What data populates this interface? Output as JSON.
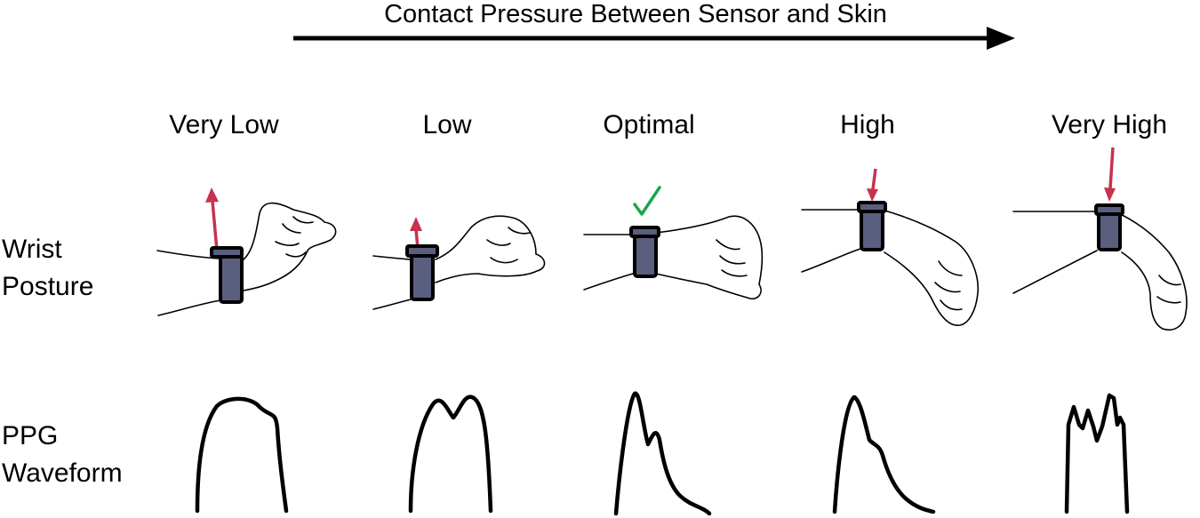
{
  "header": {
    "title": "Contact Pressure Between Sensor and Skin"
  },
  "columns": [
    {
      "label": "Very Low",
      "arrow": "up"
    },
    {
      "label": "Low",
      "arrow": "up"
    },
    {
      "label": "Optimal",
      "arrow": "none",
      "marker": "check-icon"
    },
    {
      "label": "High",
      "arrow": "down"
    },
    {
      "label": "Very High",
      "arrow": "down"
    }
  ],
  "rows": {
    "wrist": [
      "Wrist",
      "Posture"
    ],
    "ppg": [
      "PPG",
      "Waveform"
    ]
  },
  "colors": {
    "arrow": "#c8324f",
    "sensor_fill": "#5a5f80",
    "check": "#1aa64a",
    "line": "#000000"
  }
}
